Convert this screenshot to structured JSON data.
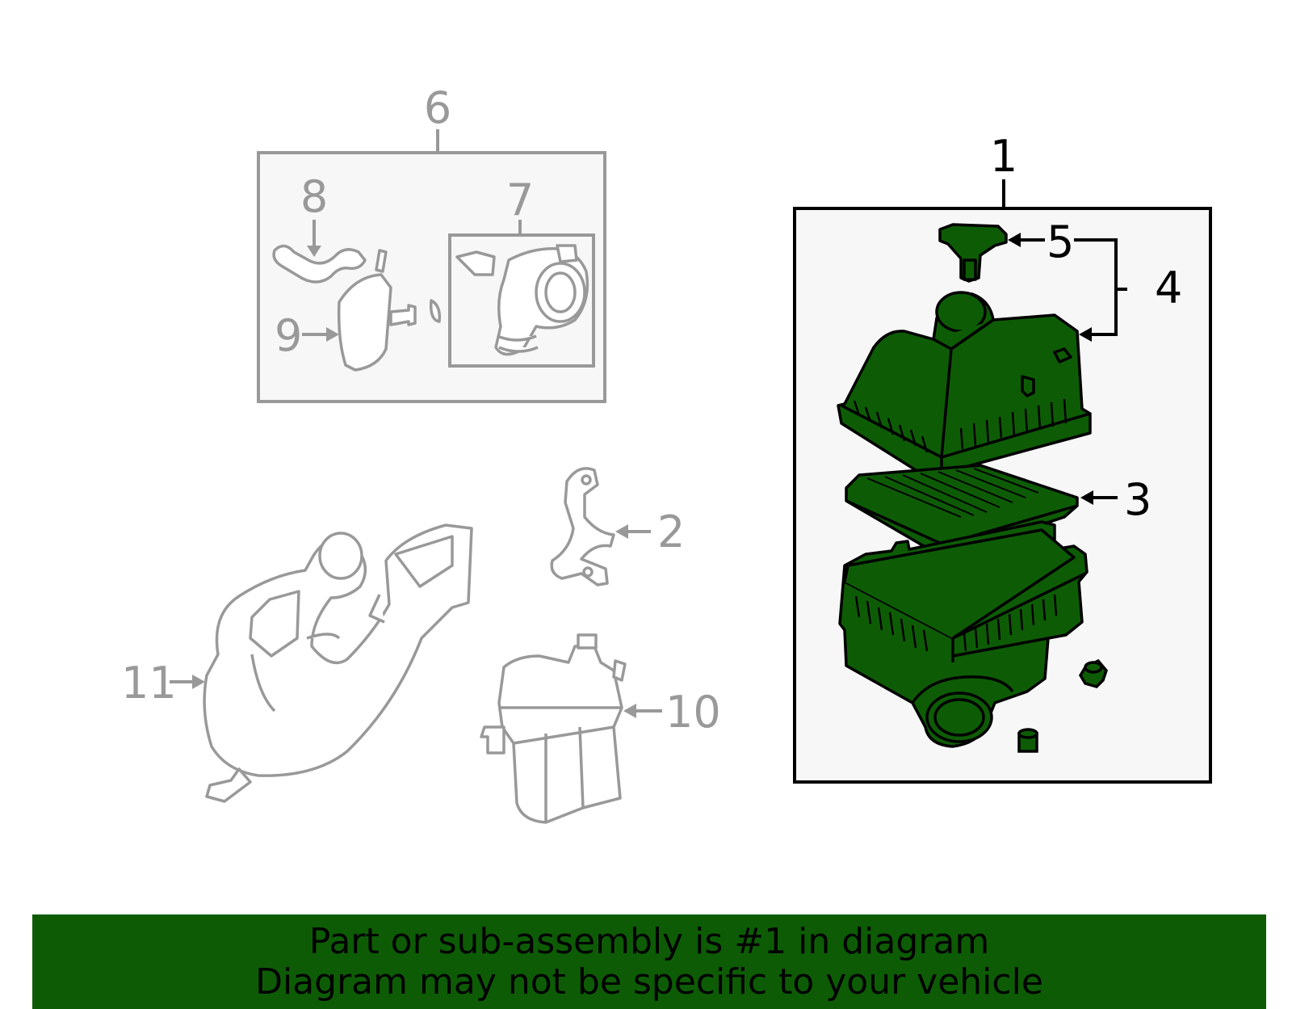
{
  "colors": {
    "highlight": "#0d5c05",
    "active_line": "#000000",
    "inactive_line": "#999999",
    "panel_fill": "#f7f7f7"
  },
  "callouts": {
    "c1": "1",
    "c2": "2",
    "c3": "3",
    "c4": "4",
    "c5": "5",
    "c6": "6",
    "c7": "7",
    "c8": "8",
    "c9": "9",
    "c10": "10",
    "c11": "11"
  },
  "banner": {
    "line1": "Part or sub-assembly is #1 in diagram",
    "line2": "Diagram may not be specific to your vehicle"
  }
}
